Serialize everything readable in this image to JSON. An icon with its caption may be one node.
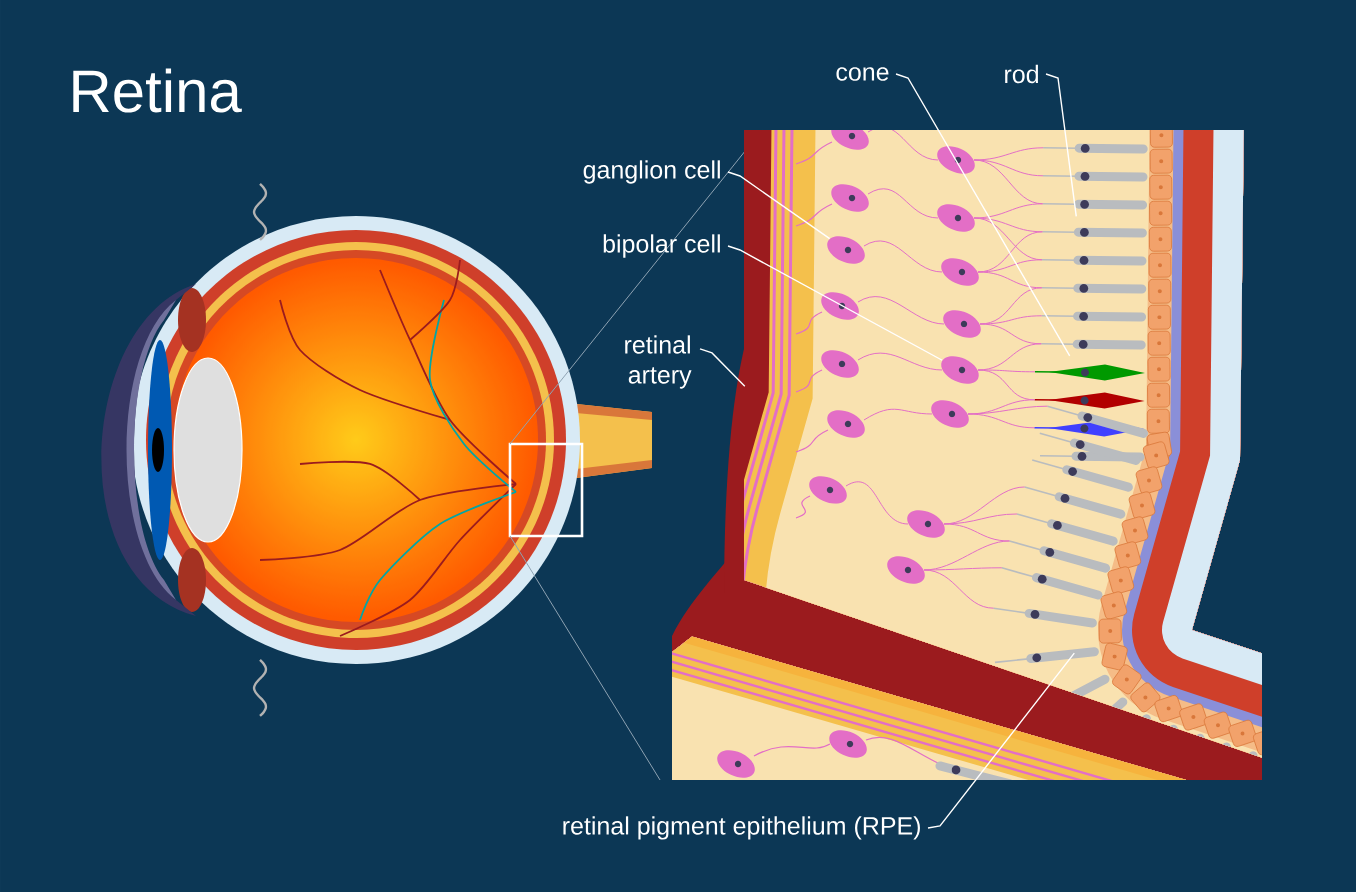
{
  "diagram": {
    "title": "Retina",
    "nodes": [
      {
        "text": [
          "cone"
        ]
      },
      {
        "text": [
          "rod"
        ]
      },
      {
        "text": [
          "ganglion cell"
        ]
      },
      {
        "text": [
          "bipolar cell"
        ]
      },
      {
        "text": [
          "retinal artery"
        ]
      },
      {
        "text": [
          "retinal pigment epithelium (RPE)"
        ]
      },
      {
        "text": [],
        "shape": "picture"
      },
      {
        "text": [],
        "shape": "picture"
      }
    ],
    "edges": [
      {
        "from": 0,
        "to": null,
        "arrow": "none"
      },
      {
        "from": 1,
        "to": null,
        "arrow": "none"
      },
      {
        "from": 2,
        "to": 6,
        "arrow": "none"
      },
      {
        "from": 3,
        "to": 7,
        "arrow": "none"
      },
      {
        "from": 4,
        "to": null,
        "arrow": "none"
      },
      {
        "from": 5,
        "to": null,
        "arrow": "none"
      }
    ]
  }
}
